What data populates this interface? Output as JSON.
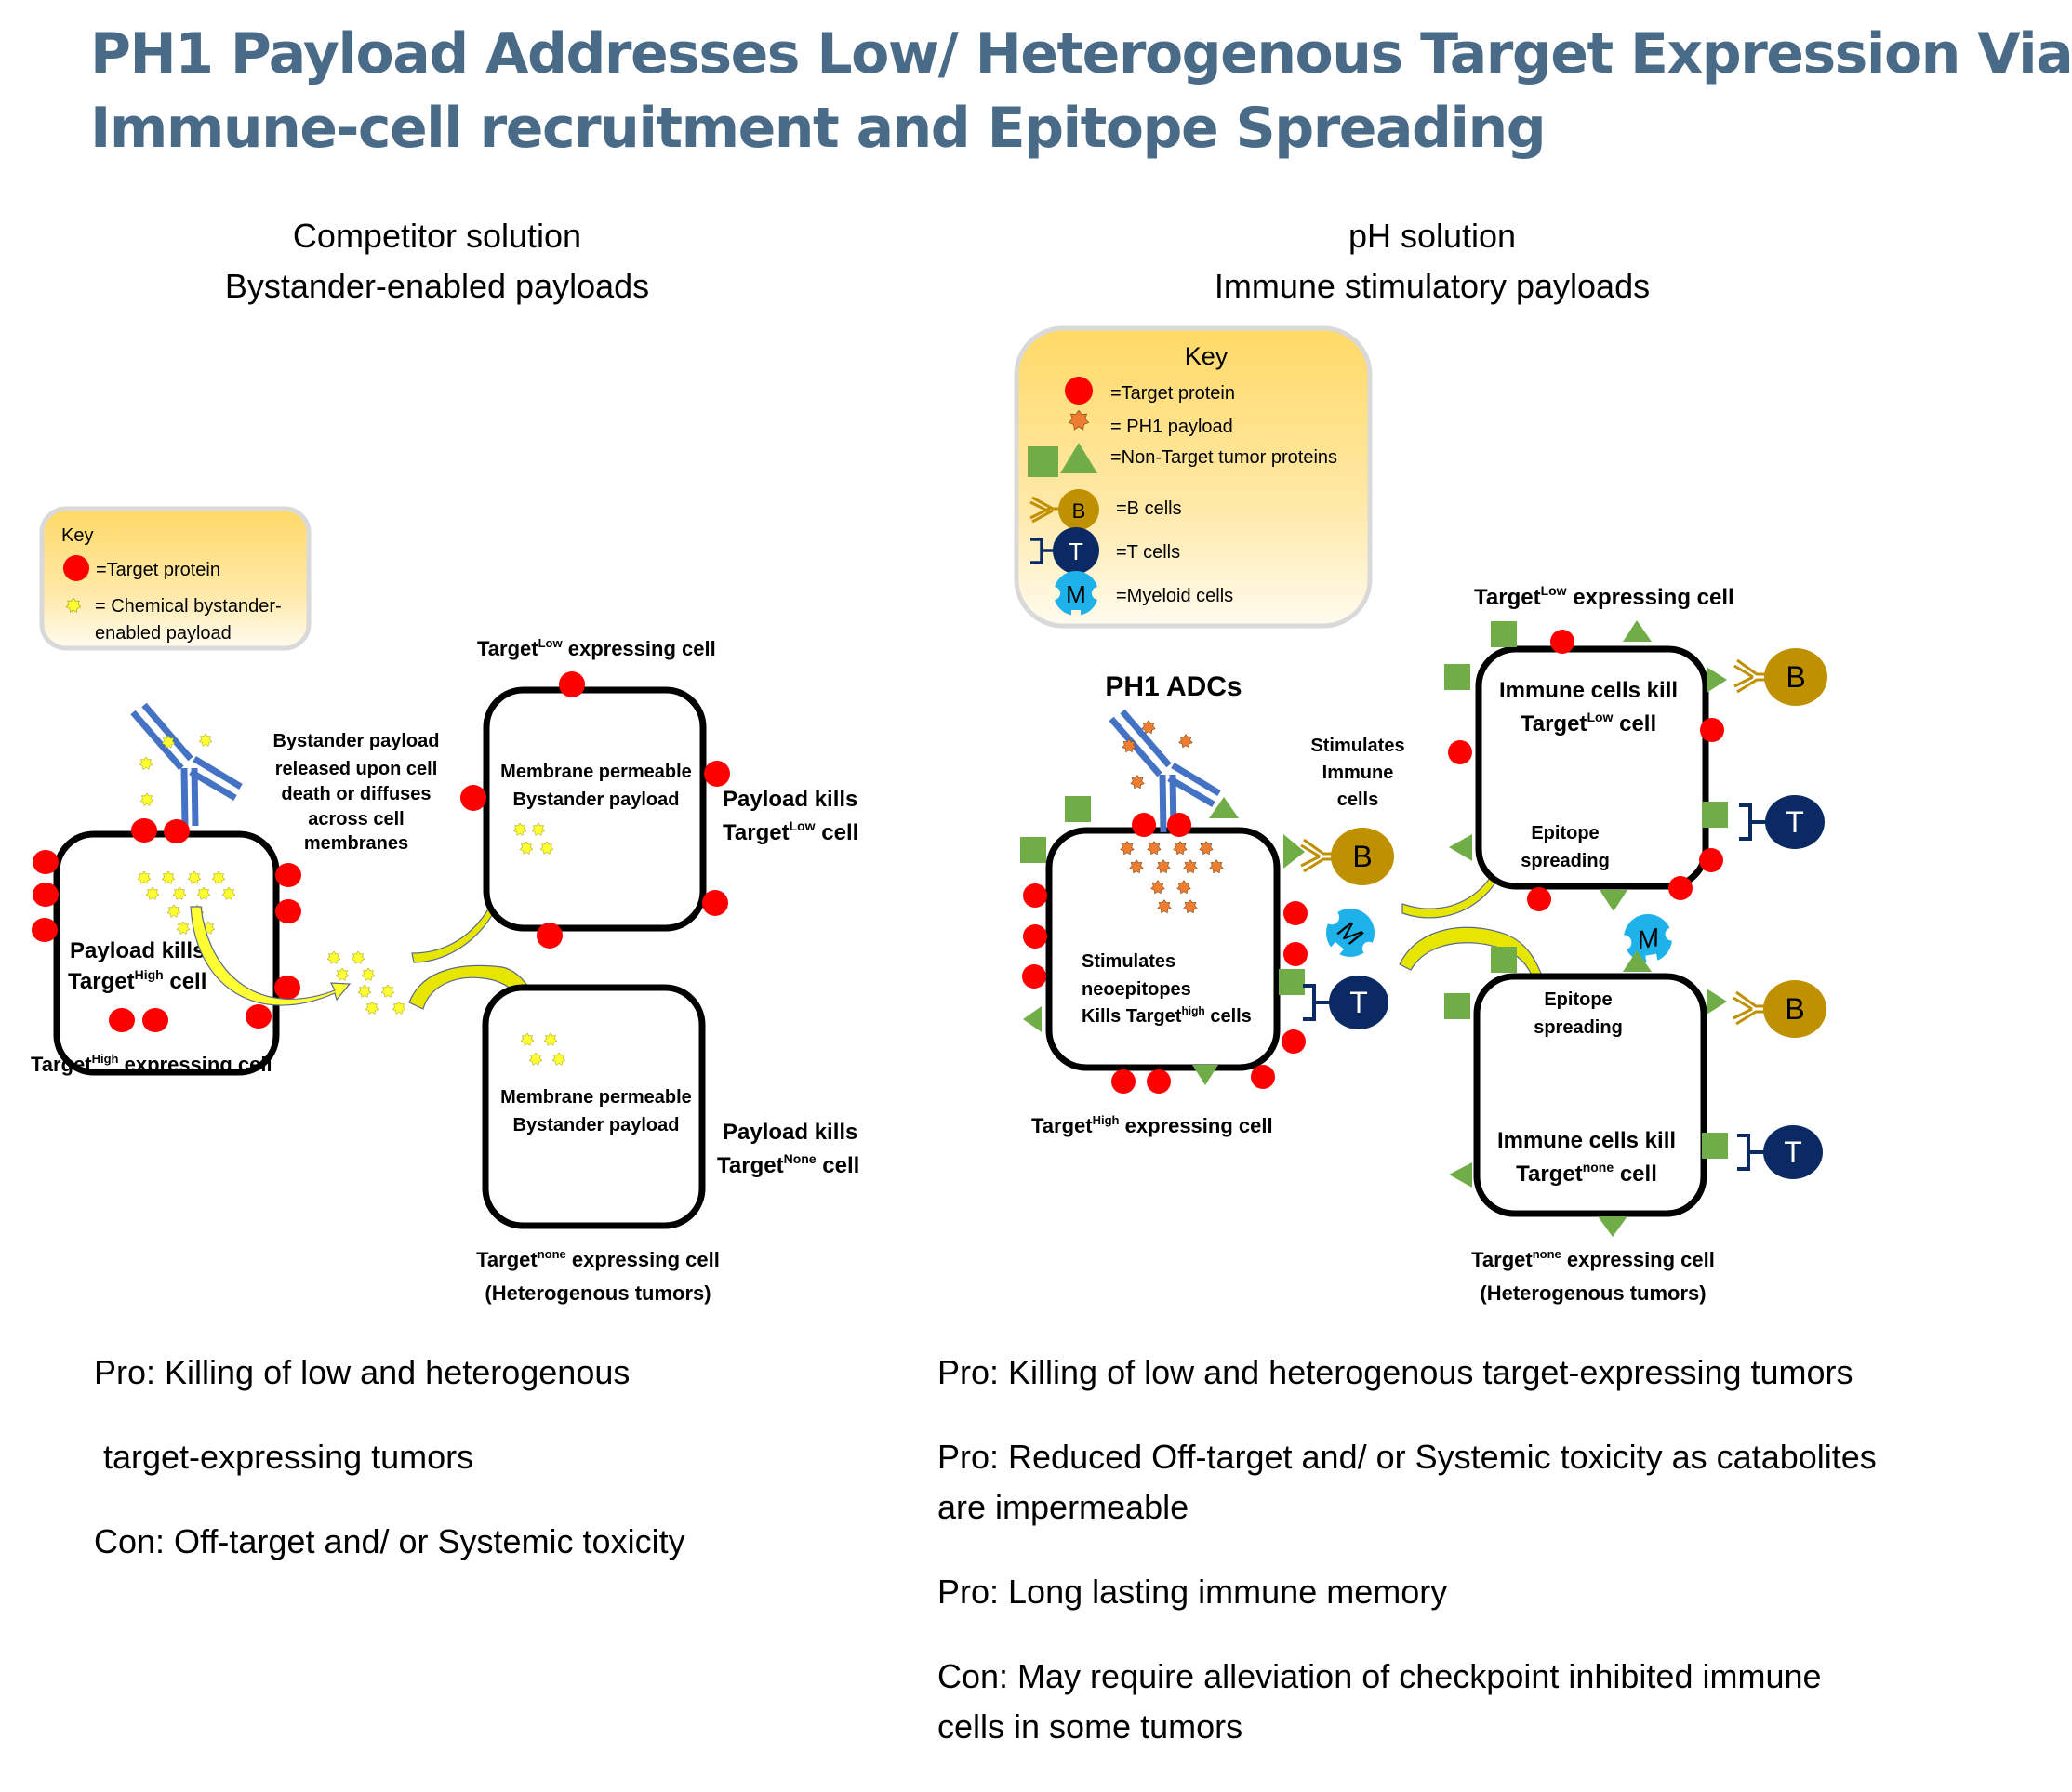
{
  "title": {
    "line1": "PH1 Payload Addresses Low/ Heterogenous Target Expression Via",
    "line2": "Immune-cell recruitment and Epitope Spreading"
  },
  "colors": {
    "title": "#4a6b88",
    "target_protein": "#ff0000",
    "bystander_payload": "#ffff33",
    "ph1_payload": "#ed7d31",
    "non_target_protein": "#70ad47",
    "b_cell": "#bf9000",
    "t_cell": "#0b2a63",
    "myeloid_cell": "#1fb2ea",
    "antibody": "#4472c4",
    "arrow": "#cccc00",
    "key_bg": "#ffe699"
  },
  "left": {
    "heading1": "Competitor solution",
    "heading2": "Bystander-enabled payloads",
    "key": {
      "title": "Key",
      "items": [
        {
          "icon": "target-protein-circle",
          "label": "=Target protein"
        },
        {
          "icon": "bystander-payload-star",
          "label_line1": "= Chemical bystander-",
          "label_line2": "enabled payload"
        }
      ]
    },
    "bystander_note": [
      "Bystander payload",
      "released upon cell",
      "death or diffuses",
      "across cell",
      "membranes"
    ],
    "high_cell": {
      "inner_line1": "Payload kills",
      "inner_line2_pre": "Target",
      "inner_line2_sup": "High",
      "inner_line2_post": " cell",
      "caption_pre": "Target",
      "caption_sup": "High",
      "caption_post": " expressing cell"
    },
    "low_cell": {
      "caption_pre": "Target",
      "caption_sup": "Low",
      "caption_post": " expressing cell",
      "inner_line1": "Membrane permeable",
      "inner_line2": "Bystander payload",
      "side_line1": "Payload kills",
      "side_line2_pre": "Target",
      "side_line2_sup": "Low",
      "side_line2_post": " cell"
    },
    "none_cell": {
      "inner_line1": "Membrane permeable",
      "inner_line2": "Bystander payload",
      "side_line1": "Payload kills",
      "side_line2_pre": "Target",
      "side_line2_sup": "None",
      "side_line2_post": " cell",
      "caption_pre": "Target",
      "caption_sup": "none",
      "caption_post": " expressing cell",
      "caption_line2": "(Heterogenous tumors)"
    },
    "pros_cons": [
      "Pro: Killing of low and heterogenous",
      " target-expressing tumors",
      "Con: Off-target and/ or Systemic toxicity"
    ]
  },
  "right": {
    "heading1": "pH solution",
    "heading2": "Immune stimulatory payloads",
    "key": {
      "title": "Key",
      "items": [
        {
          "icon": "target-protein-circle",
          "label": "=Target protein"
        },
        {
          "icon": "ph1-payload-star",
          "label": "= PH1 payload"
        },
        {
          "icon": "non-target-protein-shapes",
          "label": "=Non-Target tumor proteins"
        },
        {
          "icon": "b-cell",
          "glyph": "B",
          "label": "=B cells"
        },
        {
          "icon": "t-cell",
          "glyph": "T",
          "label": "=T cells"
        },
        {
          "icon": "myeloid-cell",
          "glyph": "M",
          "label": "=Myeloid cells"
        }
      ]
    },
    "adc_label": "PH1 ADCs",
    "stimulates_note": [
      "Stimulates",
      "Immune",
      "cells"
    ],
    "high_cell": {
      "inner_line1": "Stimulates",
      "inner_line2": "neoepitopes",
      "inner_line3_pre": "Kills Target",
      "inner_line3_sup": "high",
      "inner_line3_post": " cells",
      "caption_pre": "Target",
      "caption_sup": "High",
      "caption_post": " expressing cell"
    },
    "low_cell": {
      "caption_pre": "Target",
      "caption_sup": "Low",
      "caption_post": " expressing cell",
      "inner_line1": "Immune cells kill",
      "inner_line2_pre": "Target",
      "inner_line2_sup": "Low",
      "inner_line2_post": " cell",
      "epitope_line1": "Epitope",
      "epitope_line2": "spreading"
    },
    "none_cell": {
      "epitope_line1": "Epitope",
      "epitope_line2": "spreading",
      "inner_line1": "Immune cells kill",
      "inner_line2_pre": "Target",
      "inner_line2_sup": "none",
      "inner_line2_post": " cell",
      "caption_pre": "Target",
      "caption_sup": "none",
      "caption_post": " expressing cell",
      "caption_line2": "(Heterogenous tumors)"
    },
    "immune_glyphs": {
      "b": "B",
      "t": "T",
      "m": "M"
    },
    "pros_cons": [
      "Pro: Killing of low and heterogenous target-expressing tumors",
      "Pro: Reduced Off-target and/ or Systemic toxicity as catabolites",
      "are impermeable",
      "Pro: Long lasting immune memory",
      "Con: May require alleviation of checkpoint inhibited immune",
      "cells in some tumors"
    ]
  }
}
